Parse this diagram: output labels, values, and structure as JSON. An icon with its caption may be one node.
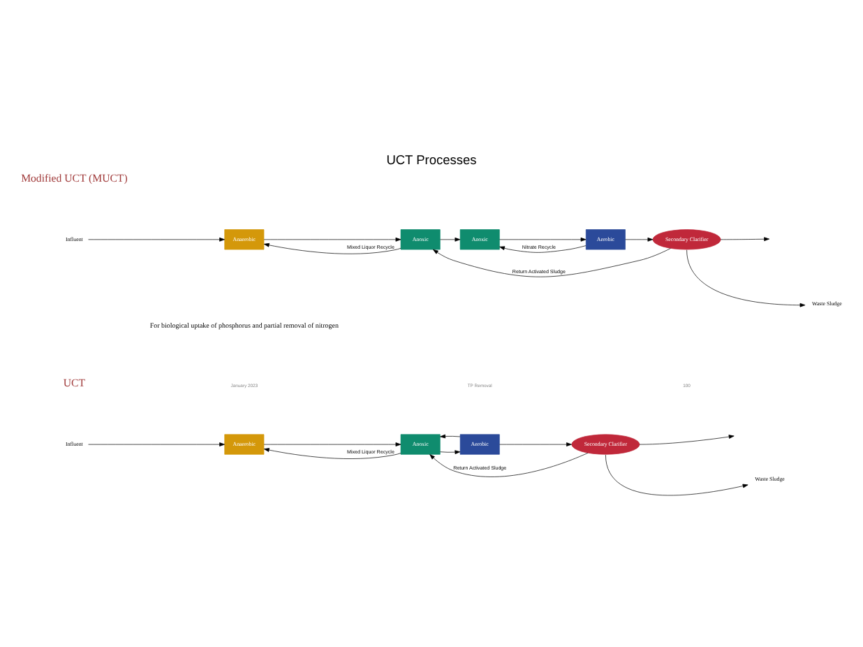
{
  "diagram": {
    "title": "UCT Processes",
    "caption": "For biological uptake of phosphorus and partial removal of nitrogen",
    "nodes": [
      {
        "text": [
          "Influent"
        ]
      },
      {
        "text": [
          "Anaerobic"
        ]
      },
      {
        "text": [
          "Anoxic"
        ]
      },
      {
        "text": [
          "Aerobic"
        ]
      },
      {
        "text": [
          "Secondary Clarifier"
        ]
      },
      {
        "text": [
          "Waste Sludge"
        ]
      },
      {
        "text": [
          "Influent"
        ]
      },
      {
        "text": [
          "Anaerobic"
        ]
      },
      {
        "text": [
          "Anoxic"
        ]
      },
      {
        "text": [
          "Anoxic"
        ]
      },
      {
        "text": [
          "Aerobic"
        ]
      },
      {
        "text": [
          "Secondary Clarifier"
        ]
      },
      {
        "text": [
          "Waste Sludge"
        ]
      }
    ],
    "edges": [
      {
        "from": 0,
        "to": 1,
        "arrow": "to"
      },
      {
        "from": 1,
        "to": 2,
        "arrow": "to"
      },
      {
        "from": 2,
        "to": 3,
        "arrow": "to"
      },
      {
        "from": 3,
        "to": 4,
        "arrow": "to"
      },
      {
        "from": 4,
        "to": null,
        "arrow": "to"
      },
      {
        "from": 2,
        "to": 1,
        "label": "Mixed Liquor Recycle",
        "arrow": "to"
      },
      {
        "from": 3,
        "to": 2,
        "arrow": "to"
      },
      {
        "from": 4,
        "to": 2,
        "label": "Return Activated Sludge",
        "arrow": "to"
      },
      {
        "from": 4,
        "to": 5,
        "arrow": "to"
      },
      {
        "from": 6,
        "to": 7,
        "arrow": "to"
      },
      {
        "from": 7,
        "to": 8,
        "arrow": "to"
      },
      {
        "from": 8,
        "to": 9,
        "arrow": "to"
      },
      {
        "from": 9,
        "to": 10,
        "arrow": "to"
      },
      {
        "from": 10,
        "to": 11,
        "arrow": "to"
      },
      {
        "from": 11,
        "to": null,
        "arrow": "to"
      },
      {
        "from": 8,
        "to": 7,
        "label": "Mixed Liquor Recycle",
        "arrow": "to"
      },
      {
        "from": 10,
        "to": 9,
        "label": "Nitrate Recycle",
        "arrow": "to"
      },
      {
        "from": 11,
        "to": 8,
        "label": "Return Activated Sludge",
        "arrow": "to"
      },
      {
        "from": 11,
        "to": 12,
        "arrow": "to"
      }
    ],
    "labels": [
      "UCT",
      "Modified UCT (MUCT)",
      "January 2023",
      "TP Removal",
      "100"
    ]
  }
}
